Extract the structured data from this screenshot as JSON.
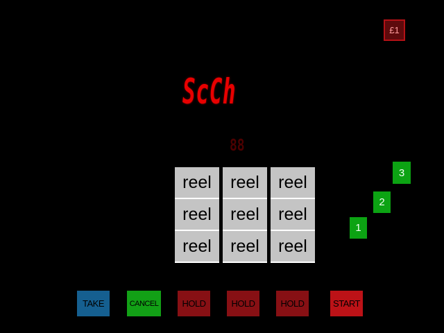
{
  "coin": {
    "label": "£1"
  },
  "displays": {
    "alpha": "ScCh",
    "credit": "88"
  },
  "reels": [
    [
      "reel",
      "reel",
      "reel"
    ],
    [
      "reel",
      "reel",
      "reel"
    ],
    [
      "reel",
      "reel",
      "reel"
    ]
  ],
  "number_buttons": [
    "1",
    "2",
    "3"
  ],
  "bottom_buttons": [
    {
      "label": "TAKE",
      "color": "#155f90"
    },
    {
      "label": "CANCEL",
      "color": "#12a016"
    },
    {
      "label": "HOLD",
      "color": "#871014"
    },
    {
      "label": "HOLD",
      "color": "#871014"
    },
    {
      "label": "HOLD",
      "color": "#871014"
    },
    {
      "label": "START",
      "color": "#bc1217"
    }
  ],
  "colors": {
    "background": "#000000",
    "display_red": "#e80000",
    "credit_dim_red": "#4d0000",
    "reel_bg": "#c4c4c4",
    "reel_divider": "#ffffff",
    "coin_bg": "#5e0a0c",
    "coin_border": "#b31116",
    "number_green": "#0ca313"
  }
}
